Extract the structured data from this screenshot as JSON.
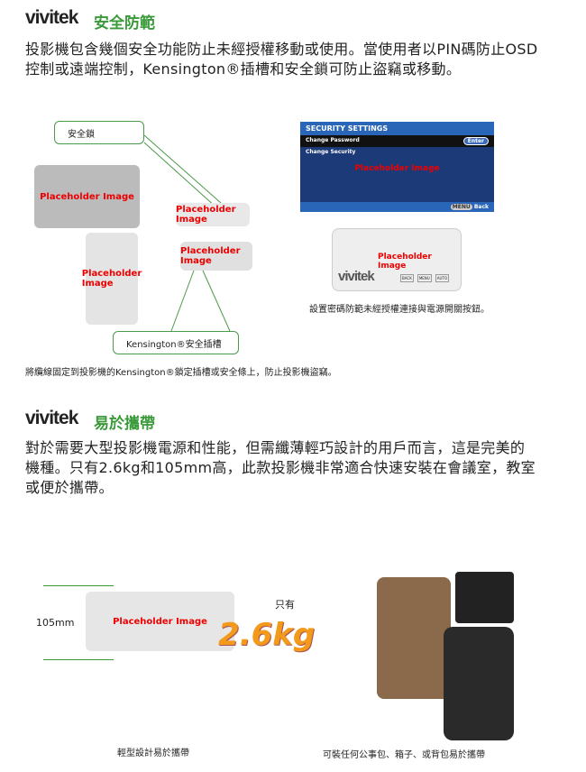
{
  "section1": {
    "logo": "vivitek",
    "title": "安全防範",
    "paragraph": "投影機包含幾個安全功能防止未經授權移動或使用。當使用者以PIN碼防止OSD控制或遠端控制，Kensington®插槽和安全鎖可防止盜竊或移動。",
    "callout_lock": "安全鎖",
    "callout_kensington": "Kensington®安全插槽",
    "placeholder": "Placeholder Image",
    "osd": {
      "header": "SECURITY SETTINGS",
      "item1": "Change Password",
      "enter": "Enter",
      "item2": "Change Security",
      "menu": "MENU",
      "back": "Back"
    },
    "remote": {
      "logo": "vivitek",
      "buttons": [
        "BACK",
        "MENU",
        "AUTO"
      ]
    },
    "caption_right": "設置密碼防範未經授權連接與電源開關按鈕。",
    "caption_bottom": "將纜線固定到投影機的Kensington®鎖定插槽或安全條上，防止投影機盜竊。"
  },
  "section2": {
    "logo": "vivitek",
    "title": "易於攜帶",
    "paragraph": "對於需要大型投影機電源和性能，但需纖薄輕巧設計的用戶而言，這是完美的機種。只有2.6kg和105mm高，此款投影機非常適合快速安裝在會議室，教室或便於攜帶。",
    "height_label": "105mm",
    "only": "只有",
    "weight": "2.6kg",
    "placeholder": "Placeholder Image",
    "caption_left": "輕型設計易於攜帶",
    "caption_right": "可裝任何公事包、箱子、或背包易於攜帶"
  },
  "colors": {
    "accent": "#3a9a3a",
    "weight": "#f39a1a"
  }
}
